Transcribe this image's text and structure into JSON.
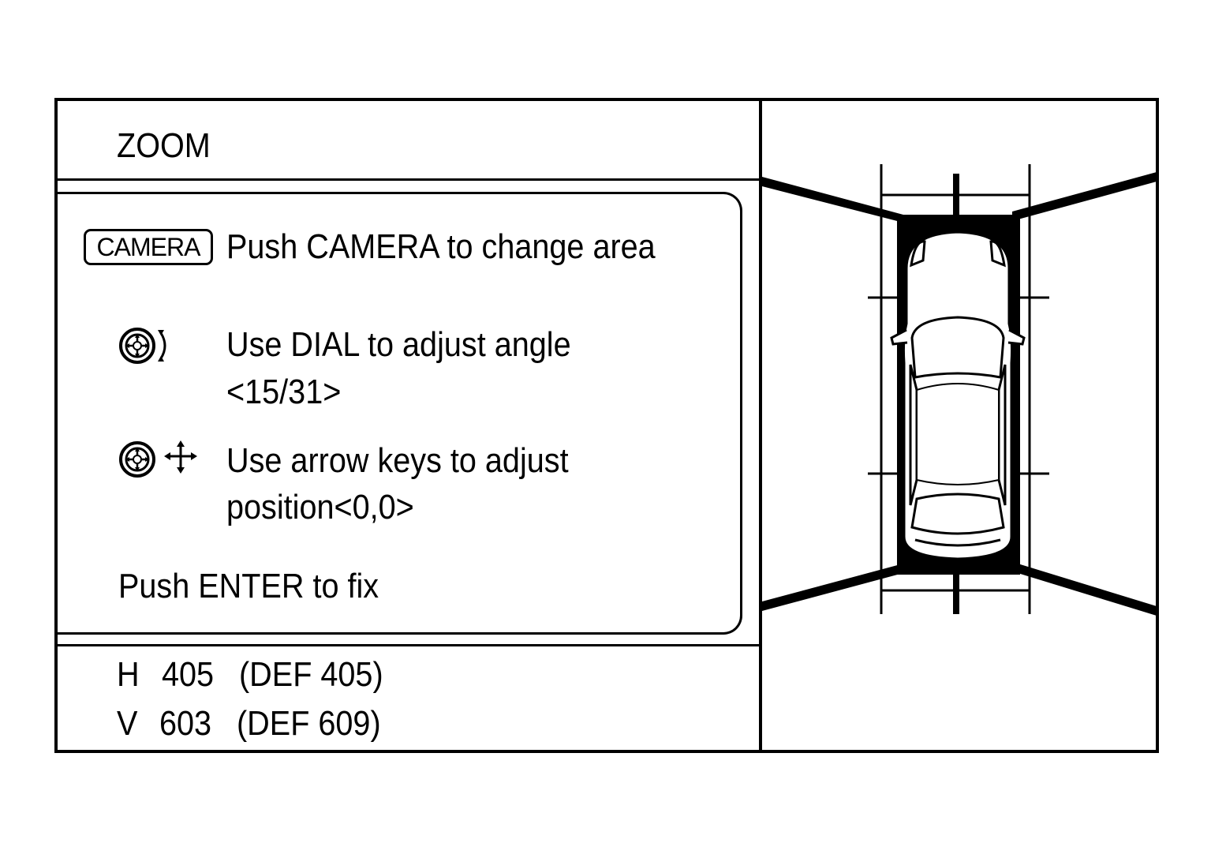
{
  "screen": {
    "title": "ZOOM"
  },
  "instructions": {
    "camera_button_label": "CAMERA",
    "camera_text": "Push CAMERA to change area",
    "dial_text": "Use DIAL to adjust angle",
    "dial_value": "<15/31>",
    "arrow_text_line1": "Use arrow keys to adjust",
    "arrow_text_line2": "position<0,0>",
    "enter_text": "Push ENTER to fix"
  },
  "readout": {
    "h_label": "H",
    "h_value": "405",
    "h_default": "(DEF 405)",
    "v_label": "V",
    "v_value": "603",
    "v_default": "(DEF 609)"
  },
  "icons": {
    "dial": "dial-rotate-icon",
    "arrows": "dial-arrows-icon",
    "car": "vehicle-top-view-icon"
  },
  "colors": {
    "foreground": "#000000",
    "background": "#ffffff"
  }
}
